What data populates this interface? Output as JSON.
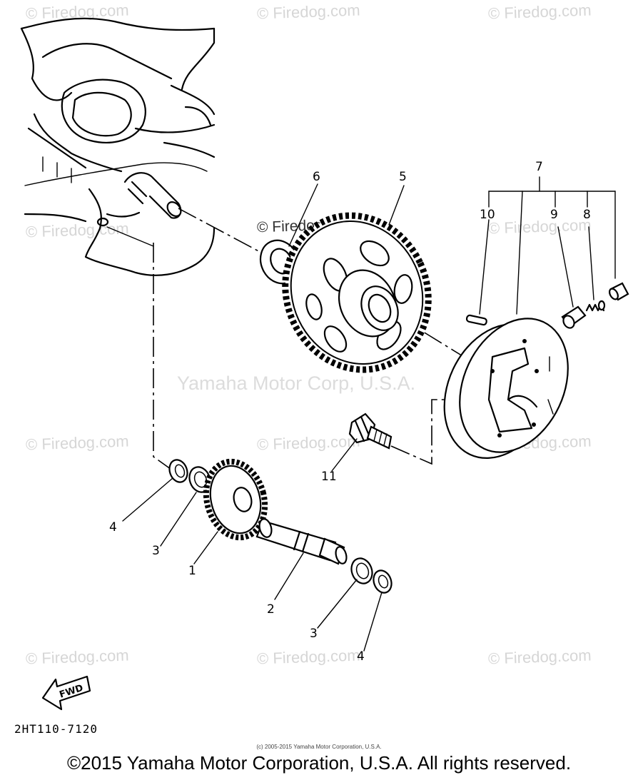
{
  "watermark": "© Firedog.com",
  "center_watermark": "Yamaha Motor Corp, U.S.A.",
  "callouts": {
    "c1": "1",
    "c2": "2",
    "c3a": "3",
    "c3b": "3",
    "c4a": "4",
    "c4b": "4",
    "c5": "5",
    "c6": "6",
    "c7": "7",
    "c8": "8",
    "c9": "9",
    "c10": "10",
    "c11": "11"
  },
  "fwd_label": "FWD",
  "part_code": "2HT110-7120",
  "fine_print": "(c) 2005-2015 Yamaha Motor Corporation, U.S.A.",
  "copyright": "©2015 Yamaha Motor Corporation, U.S.A. All rights reserved."
}
